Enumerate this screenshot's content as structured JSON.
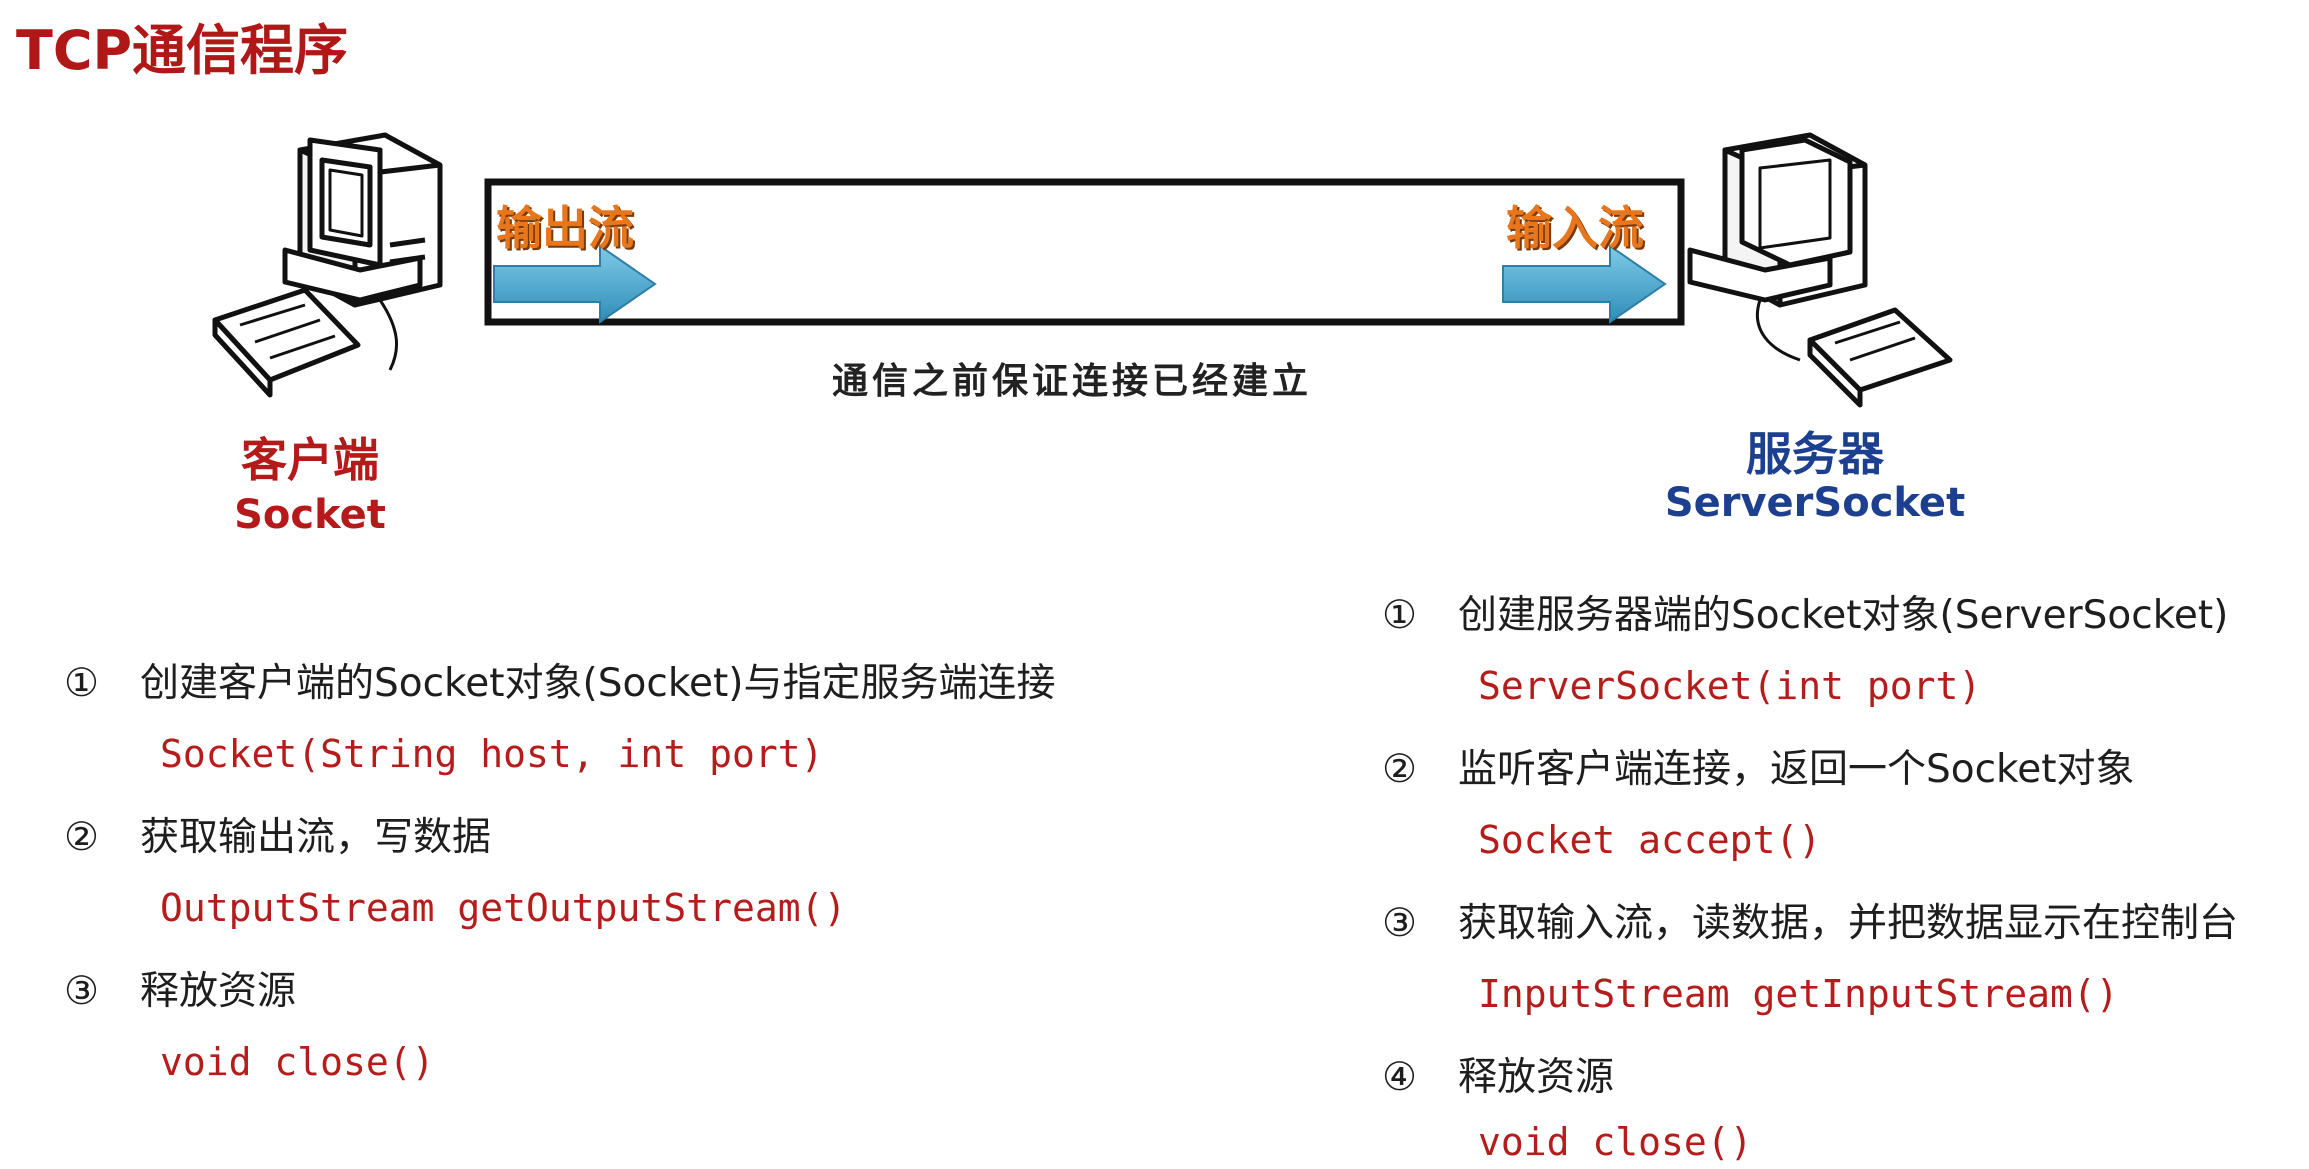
{
  "title": "TCP通信程序",
  "diagram": {
    "output_stream_label": "输出流",
    "input_stream_label": "输入流",
    "connection_note": "通信之前保证连接已经建立",
    "client": {
      "name": "客户端",
      "class": "Socket"
    },
    "server": {
      "name": "服务器",
      "class": "ServerSocket"
    },
    "arrow_color": "#4aa8d0"
  },
  "client_steps": [
    {
      "num": "①",
      "text": "创建客户端的Socket对象(Socket)与指定服务端连接",
      "code": "Socket(String host, int port)"
    },
    {
      "num": "②",
      "text": "获取输出流，写数据",
      "code": "OutputStream getOutputStream()"
    },
    {
      "num": "③",
      "text": "释放资源",
      "code": "void close()"
    }
  ],
  "server_steps": [
    {
      "num": "①",
      "text": "创建服务器端的Socket对象(ServerSocket)",
      "code": "ServerSocket(int port)"
    },
    {
      "num": "②",
      "text": "监听客户端连接，返回一个Socket对象",
      "code": "Socket accept()"
    },
    {
      "num": "③",
      "text": "获取输入流，读数据，并把数据显示在控制台",
      "code": "InputStream getInputStream()"
    },
    {
      "num": "④",
      "text": "释放资源",
      "code": "void close()"
    }
  ]
}
